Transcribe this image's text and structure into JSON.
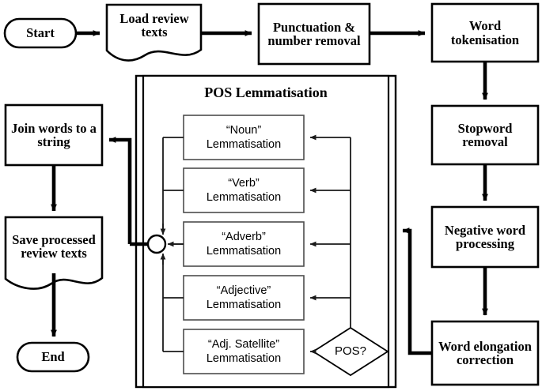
{
  "diagram": {
    "title": "Text preprocessing pipeline flowchart",
    "colors": {
      "stroke": "#000000",
      "fill": "#ffffff",
      "thin_stroke": "#4d4d4d"
    }
  },
  "nodes": {
    "start": {
      "label": "Start",
      "shape": "terminator"
    },
    "load_review_texts": {
      "label": "Load review texts",
      "shape": "document"
    },
    "punctuation_number_removal": {
      "label": "Punctuation & number removal",
      "shape": "process"
    },
    "word_tokenisation": {
      "label": "Word tokenisation",
      "shape": "process"
    },
    "stopword_removal": {
      "label": "Stopword removal",
      "shape": "process"
    },
    "negative_word_processing": {
      "label": "Negative word processing",
      "shape": "process"
    },
    "word_elongation_correction": {
      "label": "Word elongation correction",
      "shape": "process"
    },
    "join_words": {
      "label": "Join words to a string",
      "shape": "process"
    },
    "save_processed": {
      "label": "Save processed review texts",
      "shape": "document"
    },
    "end": {
      "label": "End",
      "shape": "terminator"
    },
    "pos_decision": {
      "label": "POS?",
      "shape": "decision"
    },
    "merge_junction": {
      "label": "",
      "shape": "merge-circle"
    }
  },
  "pos_panel": {
    "title": "POS Lemmatisation",
    "boxes": [
      {
        "pos": "“Noun”",
        "action": "Lemmatisation"
      },
      {
        "pos": "“Verb”",
        "action": "Lemmatisation"
      },
      {
        "pos": "“Adverb”",
        "action": "Lemmatisation"
      },
      {
        "pos": "“Adjective”",
        "action": "Lemmatisation"
      },
      {
        "pos": "“Adj. Satellite”",
        "action": "Lemmatisation"
      }
    ]
  },
  "edges": [
    {
      "from": "start",
      "to": "load_review_texts"
    },
    {
      "from": "load_review_texts",
      "to": "punctuation_number_removal"
    },
    {
      "from": "punctuation_number_removal",
      "to": "word_tokenisation"
    },
    {
      "from": "word_tokenisation",
      "to": "stopword_removal"
    },
    {
      "from": "stopword_removal",
      "to": "negative_word_processing"
    },
    {
      "from": "negative_word_processing",
      "to": "word_elongation_correction"
    },
    {
      "from": "word_elongation_correction",
      "to": "pos_panel"
    },
    {
      "from": "pos_panel",
      "to": "join_words"
    },
    {
      "from": "join_words",
      "to": "save_processed"
    },
    {
      "from": "save_processed",
      "to": "end"
    }
  ]
}
